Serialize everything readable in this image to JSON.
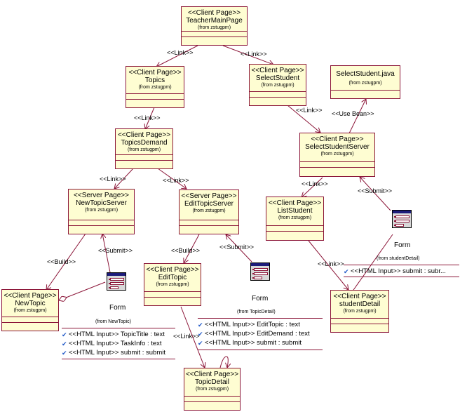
{
  "pages": {
    "teacher_main": {
      "stereotype": "<<Client Page>>",
      "name": "TeacherMainPage",
      "from": "(from zstugpm)"
    },
    "topics": {
      "stereotype": "<<Client Page>>",
      "name": "Topics",
      "from": "(from zstugpm)"
    },
    "select_student": {
      "stereotype": "<<Client Page>>",
      "name": "SelectStudent",
      "from": "(from zstugpm)"
    },
    "select_student_java": {
      "name": "SelectStudent.java",
      "from": "(from zstugpm)"
    },
    "topics_demand": {
      "stereotype": "<<Client Page>>",
      "name": "TopicsDemand",
      "from": "(from zstugpm)"
    },
    "select_student_server": {
      "stereotype": "<<Client Page>>",
      "name": "SelectStudentServer",
      "from": "(from zstugpm)"
    },
    "new_topic_server": {
      "stereotype": "<<Server Page>>",
      "name": "NewTopicServer",
      "from": "(from zstugpm)"
    },
    "edit_topic_server": {
      "stereotype": "<<Server Page>>",
      "name": "EditTopicServer",
      "from": "(from zstugpm)"
    },
    "list_student": {
      "stereotype": "<<Client Page>>",
      "name": "ListStudent",
      "from": "(from zstugpm)"
    },
    "new_topic": {
      "stereotype": "<<Client Page>>",
      "name": "NewTopic",
      "from": "(from zstugpm)"
    },
    "edit_topic": {
      "stereotype": "<<Client Page>>",
      "name": "EditTopic",
      "from": "(from zstugpm)"
    },
    "student_detail": {
      "stereotype": "<<Client Page>>",
      "name": "studentDetail",
      "from": "(from zstugpm)"
    },
    "topic_detail": {
      "stereotype": "<<Client Page>>",
      "name": "TopicDetail",
      "from": "(from zstugpm)"
    }
  },
  "relations": {
    "link": "<<Link>>",
    "build": "<<Build>>",
    "submit": "<<Submit>>",
    "use_bean": "<<Use Bean>>"
  },
  "forms": {
    "new_topic_form": {
      "name": "Form",
      "from": "(from NewTopic)",
      "attrs": [
        "<<HTML Input>> TopicTitle : text",
        "<<HTML Input>> TaskInfo : text",
        "<<HTML Input>> submit : submit"
      ]
    },
    "topic_detail_form": {
      "name": "Form",
      "from": "(from TopicDetail)",
      "attrs": [
        "<<HTML Input>> EditTopic : text",
        "<<HTML Input>> EditDemand : text",
        "<<HTML Input>> submit : submit"
      ]
    },
    "student_detail_form": {
      "name": "Form",
      "from": "(from studentDetail)",
      "attrs": [
        "<<HTML Input>> submit : subr..."
      ]
    }
  },
  "colors": {
    "line": "#8b1538",
    "fill": "#fefdd2",
    "icon_bar": "#1c1c7a",
    "attr_icon": "#1f58c8"
  }
}
